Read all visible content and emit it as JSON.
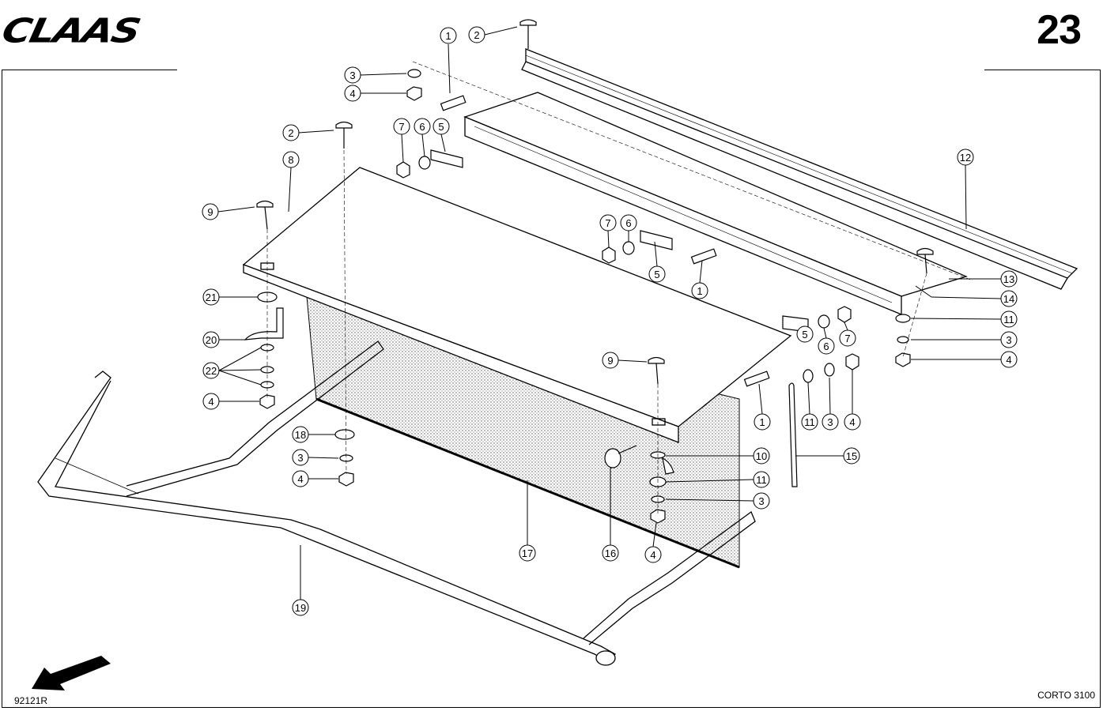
{
  "header": {
    "brand_logo": "CLAAS",
    "page_number": "23"
  },
  "footer": {
    "doc_code": "92121R",
    "model": "CORTO 3100"
  },
  "callouts": [
    "1",
    "2",
    "3",
    "4",
    "5",
    "6",
    "7",
    "8",
    "9",
    "10",
    "11",
    "12",
    "13",
    "14",
    "15",
    "16",
    "17",
    "18",
    "19",
    "20",
    "21",
    "22"
  ],
  "icons": {
    "direction_arrow": "arrow-icon"
  }
}
